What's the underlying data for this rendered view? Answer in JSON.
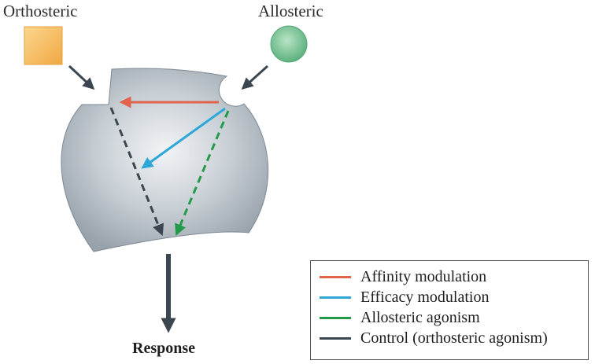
{
  "labels": {
    "orthosteric": "Orthosteric",
    "allosteric": "Allosteric",
    "response": "Response"
  },
  "legend": [
    {
      "label": "Affinity  modulation",
      "color": "#e0644c"
    },
    {
      "label": "Efficacy modulation",
      "color": "#2ea7d8"
    },
    {
      "label": "Allosteric agonism",
      "color": "#229a4a"
    },
    {
      "label": "Control (orthosteric agonism)",
      "color": "#3b4650"
    }
  ],
  "colors": {
    "orthosteric_ligand": "#f5b450",
    "allosteric_ligand": "#6cc08a",
    "receptor": "#b4bcc3",
    "response_arrow": "#3b4650"
  }
}
